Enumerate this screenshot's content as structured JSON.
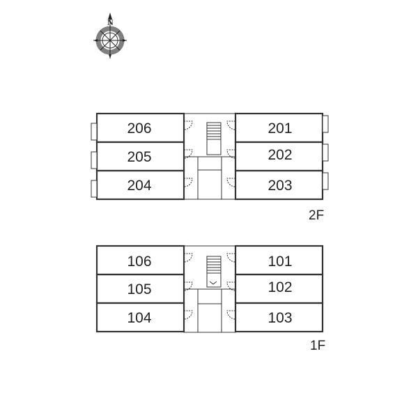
{
  "compass": {
    "north_label": "N",
    "icon": "compass-rose-icon"
  },
  "floors": [
    {
      "label": "2F",
      "left_units": [
        "206",
        "205",
        "204"
      ],
      "right_units": [
        "201",
        "202",
        "203"
      ]
    },
    {
      "label": "1F",
      "left_units": [
        "106",
        "105",
        "104"
      ],
      "right_units": [
        "101",
        "102",
        "103"
      ]
    }
  ],
  "colors": {
    "line": "#333333",
    "shade": "#e6e6e6"
  }
}
